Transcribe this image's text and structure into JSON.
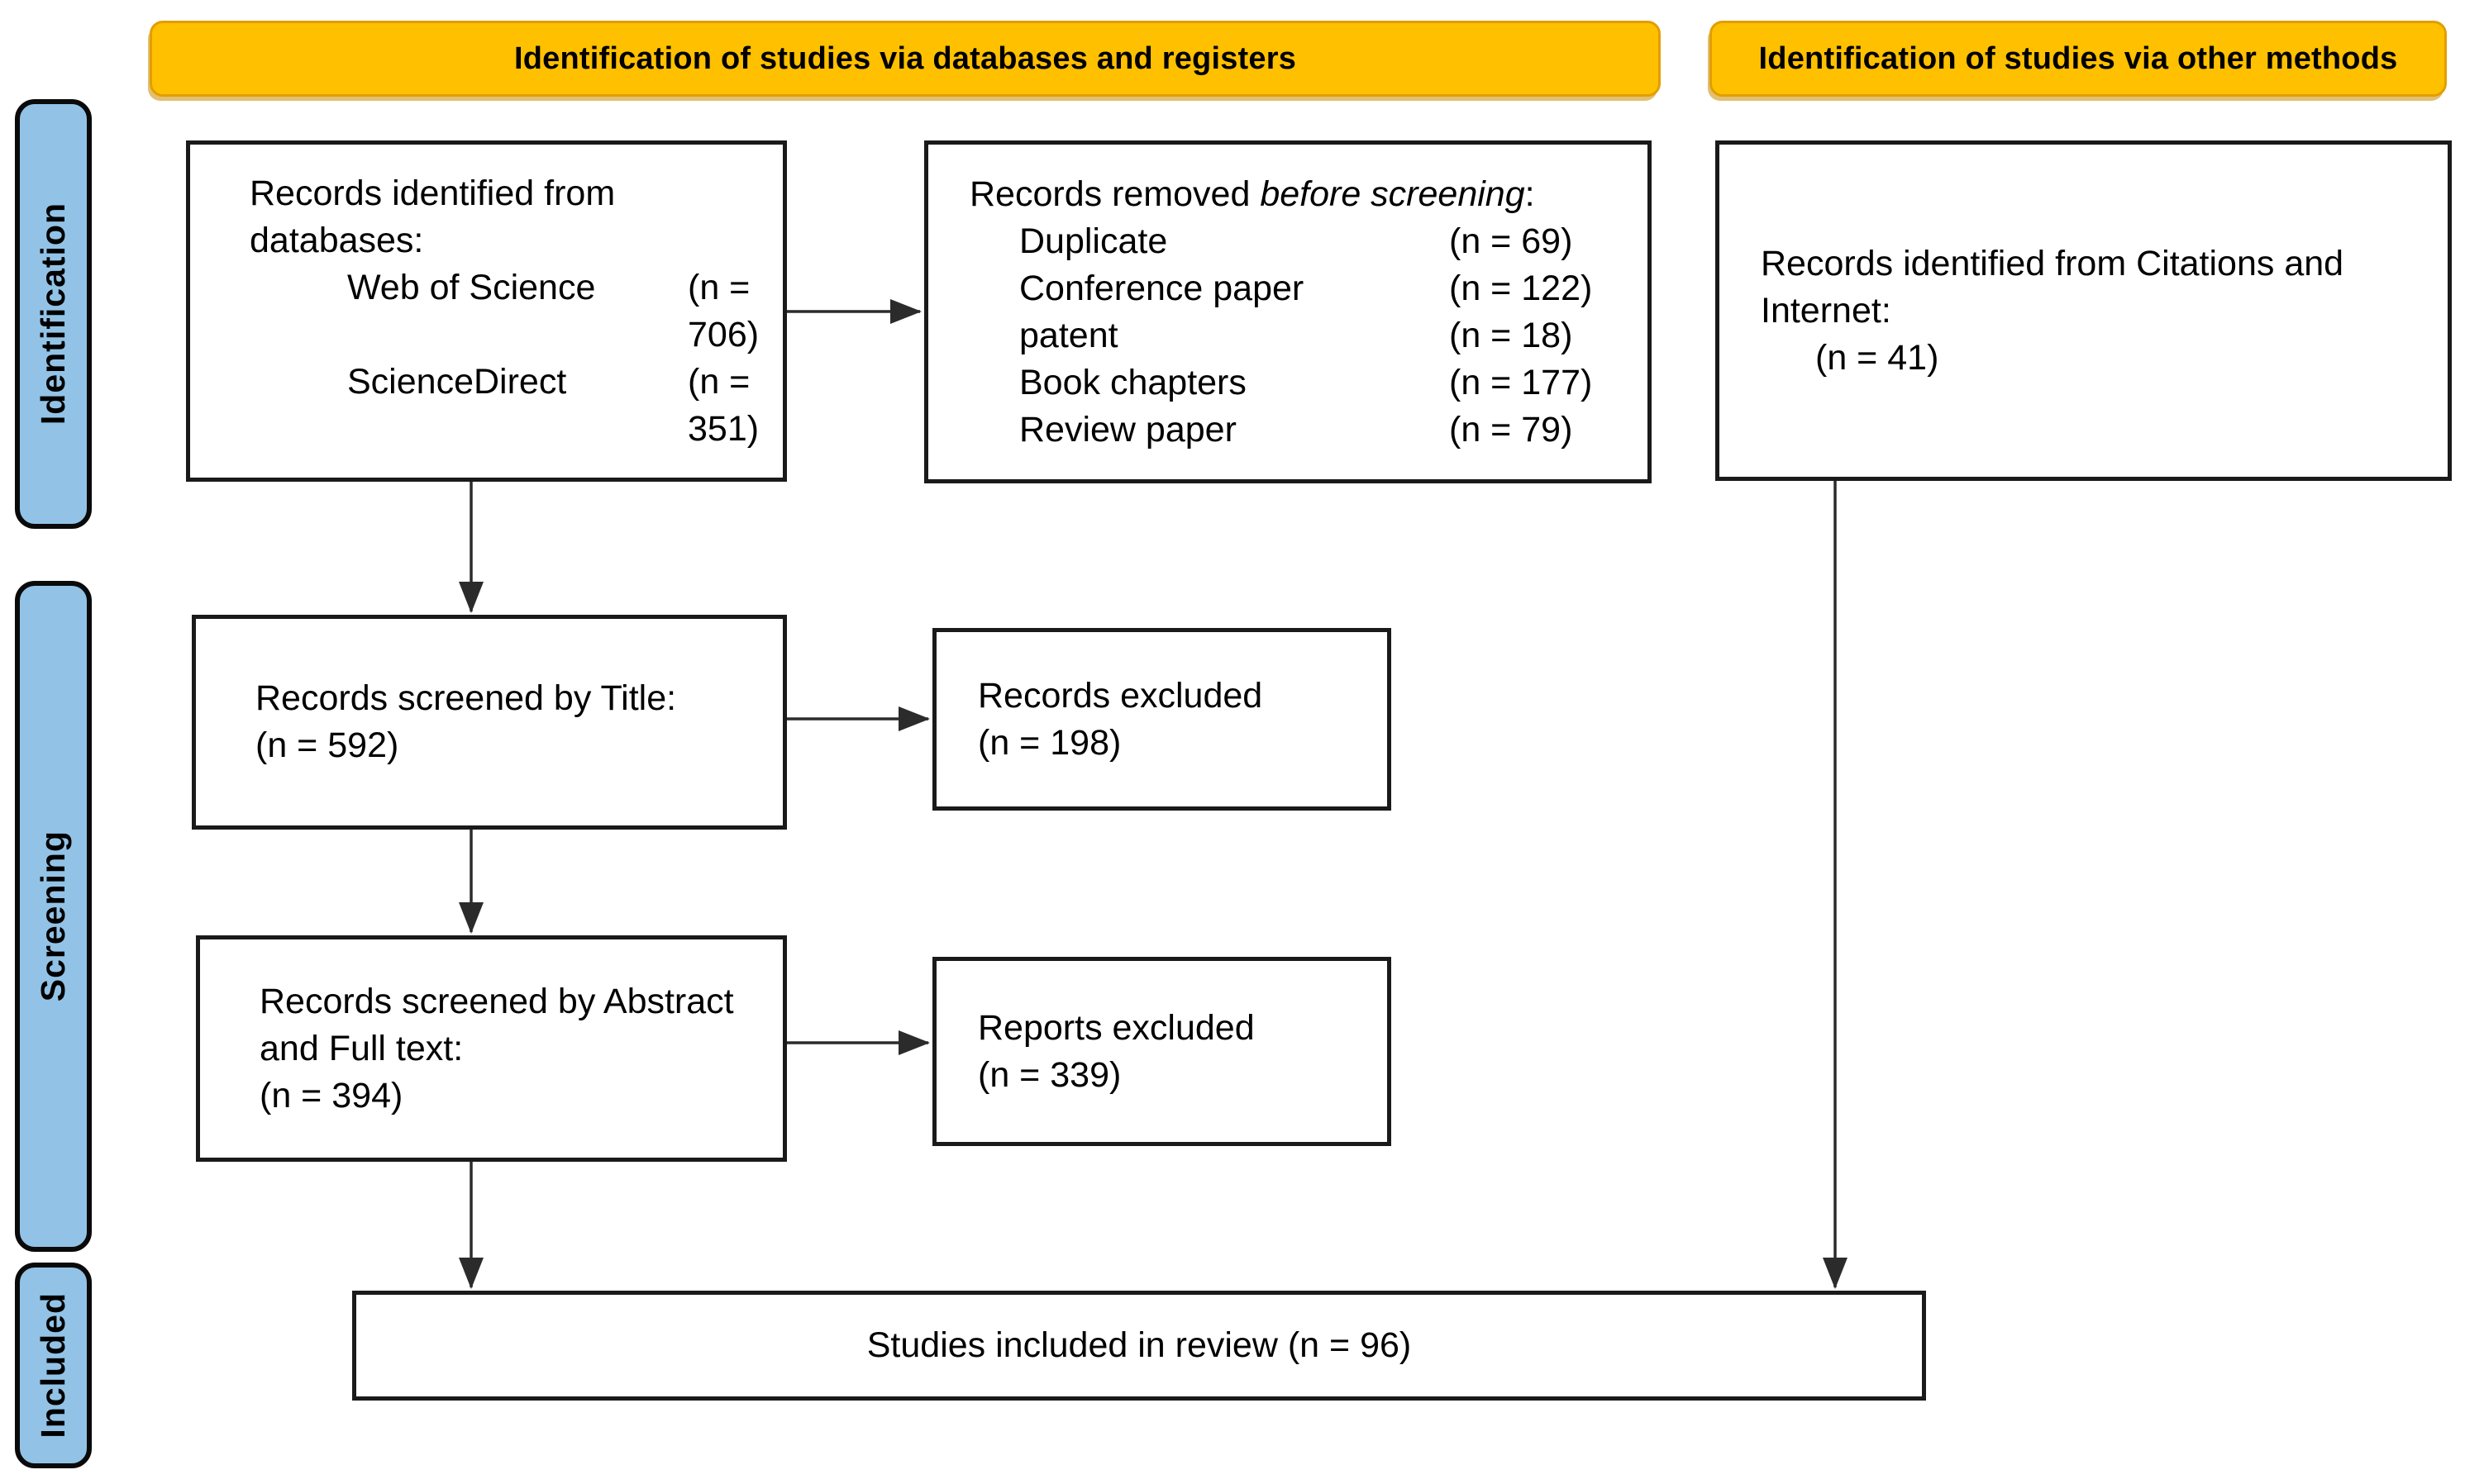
{
  "diagram": {
    "banners": {
      "databases": "Identification of studies via databases and registers",
      "other_methods": "Identification of studies via other methods"
    },
    "stages": {
      "identification": "Identification",
      "screening": "Screening",
      "included": "Included"
    },
    "boxes": {
      "identified": {
        "line1": "Records identified from",
        "line2": "databases:",
        "items": [
          {
            "label": "Web of Science",
            "value": "(n = 706)"
          },
          {
            "label": "ScienceDirect",
            "value": "(n = 351)"
          }
        ]
      },
      "removed": {
        "title_prefix": "Records removed ",
        "title_italic": "before screening",
        "title_suffix": ":",
        "items": [
          {
            "label": "Duplicate",
            "value": "(n = 69)"
          },
          {
            "label": "Conference paper",
            "value": "(n = 122)"
          },
          {
            "label": "patent",
            "value": "(n = 18)"
          },
          {
            "label": "Book chapters",
            "value": "(n = 177)"
          },
          {
            "label": "Review paper",
            "value": "(n = 79)"
          }
        ]
      },
      "other_sources": {
        "line1": "Records identified from Citations and",
        "line2": "Internet:",
        "line3": "(n = 41)"
      },
      "screened_title": {
        "line1": "Records screened by Title:",
        "line2": "(n = 592)"
      },
      "records_excluded": {
        "line1": "Records excluded",
        "line2": "(n = 198)"
      },
      "screened_abstract": {
        "line1": "Records screened by Abstract",
        "line2": "and Full text:",
        "line3": "(n = 394)"
      },
      "reports_excluded": {
        "line1": "Reports excluded",
        "line2": "(n = 339)"
      },
      "included_review": {
        "text": "Studies included in review (n = 96)"
      }
    }
  },
  "colors": {
    "banner-fill": "#FFC000",
    "banner-border": "#E29E00",
    "stage-fill": "#92C3E6",
    "box-border": "#1A1A1A",
    "arrow": "#2B2B2B"
  }
}
